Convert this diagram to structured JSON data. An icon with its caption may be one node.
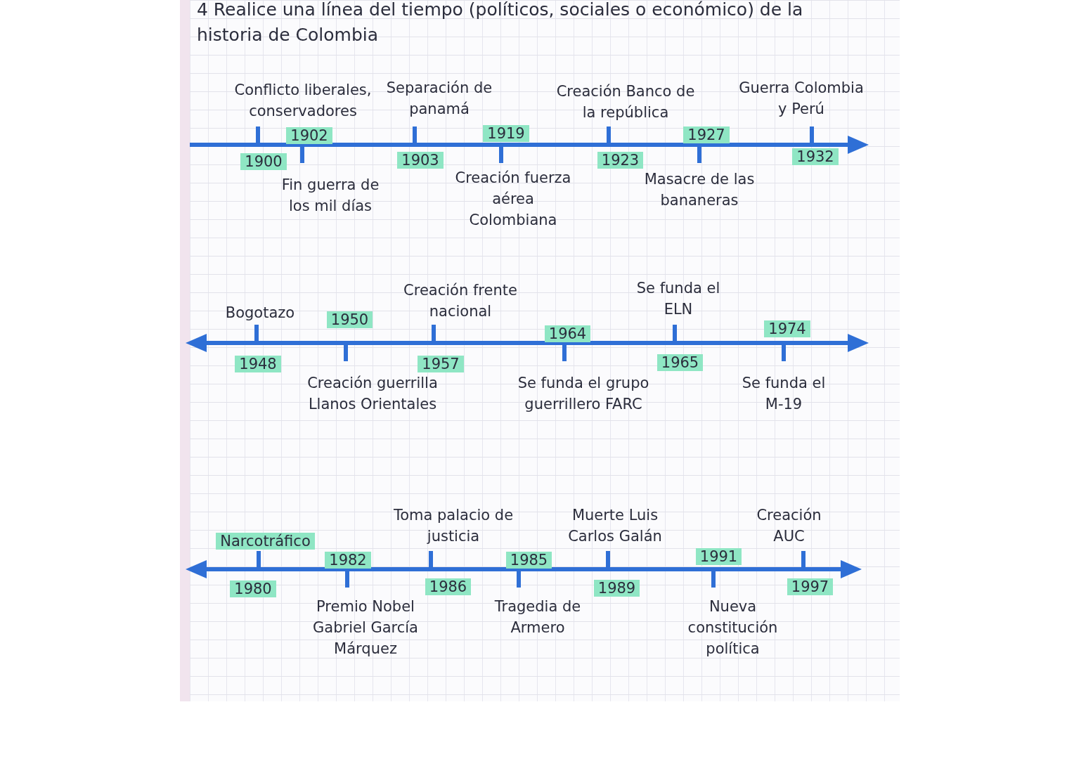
{
  "diagram": {
    "title": "4 Realice una línea del tiempo (políticos, sociales o económico) de la historia de Colombia",
    "labels": [
      "Conflicto liberales, conservadores",
      "1900",
      "1902",
      "Fin guerra de los mil días",
      "Separación de panamá",
      "1903",
      "1919",
      "Creación fuerza aérea Colombiana",
      "Creación Banco de la república",
      "1923",
      "1927",
      "Masacre de las bananeras",
      "Guerra Colombia y Perú",
      "1932",
      "Bogotazo",
      "1948",
      "1950",
      "Creación guerrilla Llanos Orientales",
      "Creación frente nacional",
      "1957",
      "1964",
      "Se funda el grupo guerrillero FARC",
      "Se funda el ELN",
      "1965",
      "1974",
      "Se funda el M-19",
      "Narcotráfico",
      "1980",
      "1982",
      "Premio Nobel Gabriel García Márquez",
      "Toma palacio de justicia",
      "1986",
      "1985",
      "Tragedia de Armero",
      "Muerte Luis Carlos Galán",
      "1989",
      "1991",
      "Nueva constitución política",
      "Creación AUC",
      "1997"
    ]
  }
}
